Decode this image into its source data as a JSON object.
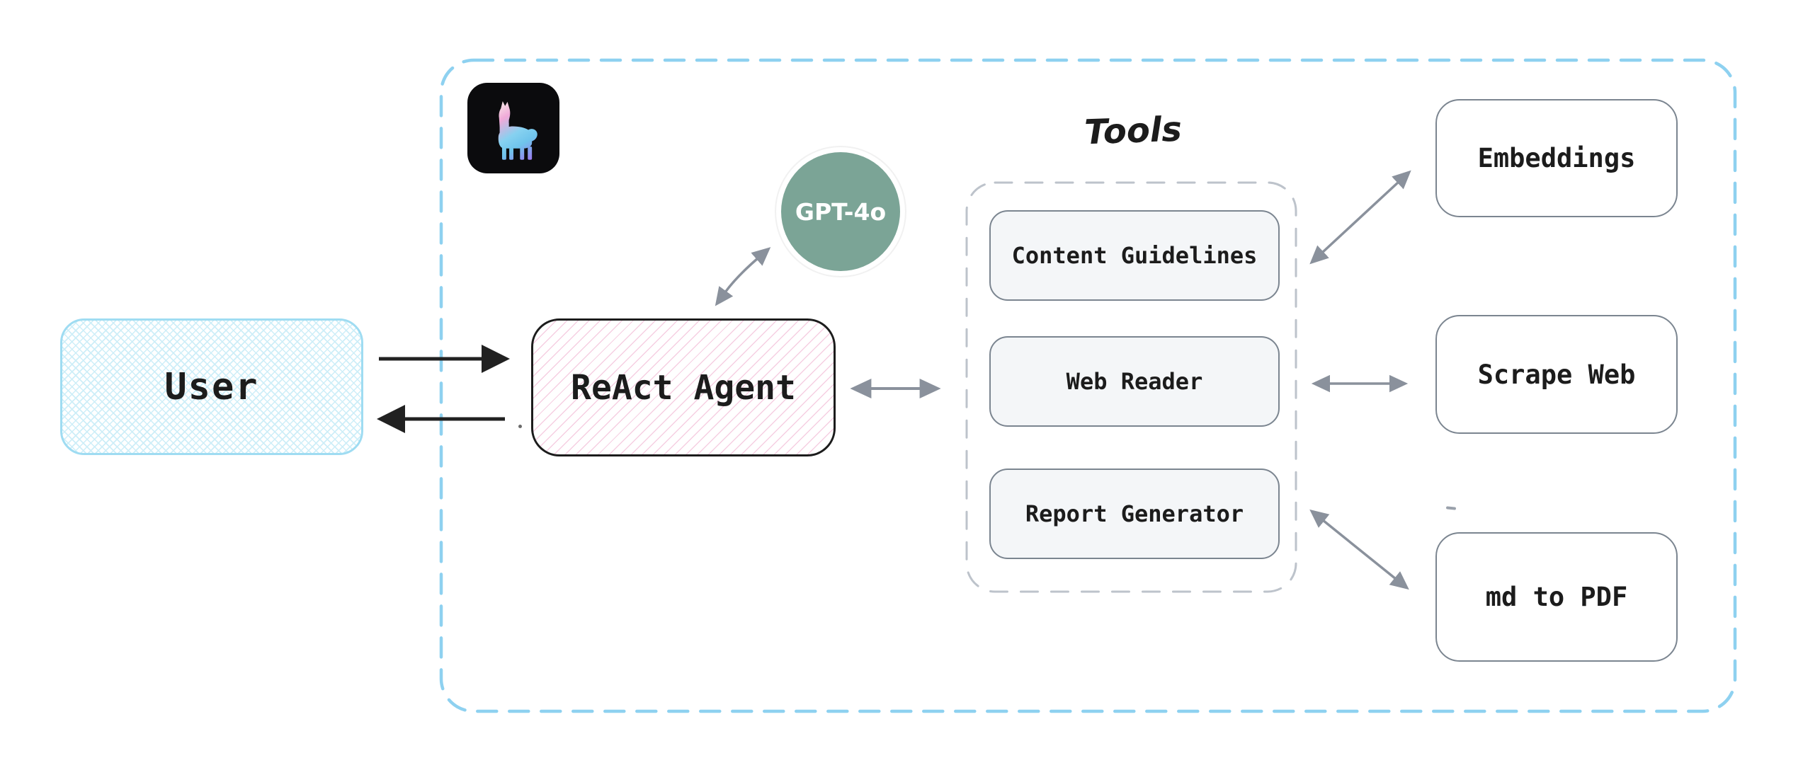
{
  "diagram": {
    "user": {
      "label": "User"
    },
    "agent": {
      "label": "ReAct Agent"
    },
    "model": {
      "label": "GPT-4o"
    },
    "tools_group": {
      "title": "Tools",
      "items": [
        {
          "label": "Content Guidelines"
        },
        {
          "label": "Web Reader"
        },
        {
          "label": "Report Generator"
        }
      ]
    },
    "externals": [
      {
        "label": "Embeddings"
      },
      {
        "label": "Scrape Web"
      },
      {
        "label": "md to PDF"
      }
    ],
    "icons": {
      "logo": "llama-icon"
    },
    "colors": {
      "boundary_dash_blue": "#8ED1F0",
      "tools_dash_gray": "#BDC3CB",
      "arrow_gray": "#8A919C",
      "arrow_black": "#212121",
      "model_green": "#7BA496",
      "user_hatch_blue": "#CDEEF8",
      "agent_hatch_pink": "#F6CFE2",
      "tool_fill": "#F4F6F8",
      "box_border_gray": "#7B8590"
    }
  }
}
